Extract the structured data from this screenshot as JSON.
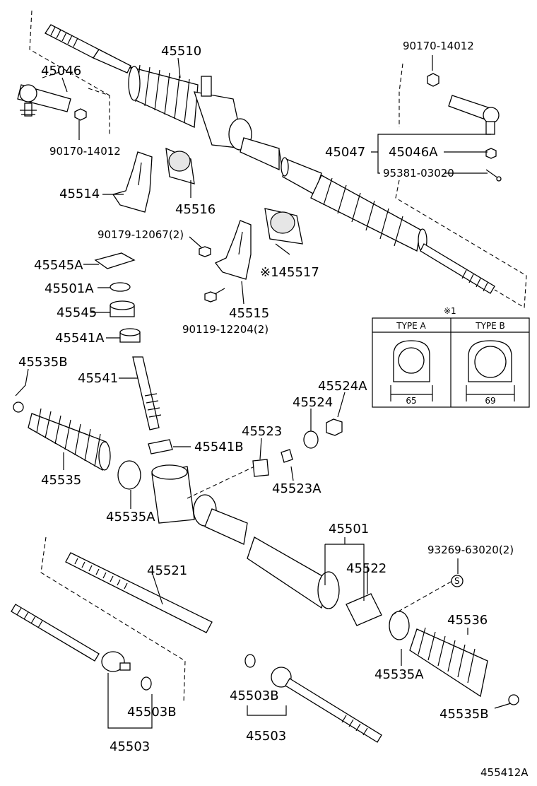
{
  "labels": {
    "p45510": "45510",
    "p45046": "45046",
    "nut_left": "90170-14012",
    "nut_right": "90170-14012",
    "p45047": "45047",
    "p45046A": "45046A",
    "pin": "95381-03020",
    "p45514": "45514",
    "p45516": "45516",
    "bolt_a": "90179-12067(2)",
    "p45545A": "45545A",
    "p45517": "※145517",
    "p45501A": "45501A",
    "p45545": "45545",
    "p45515": "45515",
    "p45541A": "45541A",
    "bolt_b": "90119-12204(2)",
    "p45535B_l": "45535B",
    "p45541": "45541",
    "p45524A": "45524A",
    "p45524": "45524",
    "p45523": "45523",
    "p45541B": "45541B",
    "p45535": "45535",
    "p45523A": "45523A",
    "p45535A_l": "45535A",
    "p45501": "45501",
    "p45522": "45522",
    "clip": "93269-63020(2)",
    "p45521": "45521",
    "p45536": "45536",
    "p45535A_r": "45535A",
    "p45503B_l": "45503B",
    "p45503B_c": "45503B",
    "p45535B_r": "45535B",
    "p45503_l": "45503",
    "p45503_c": "45503",
    "clip_mark": "S",
    "drawing_id": "455412A"
  },
  "inset": {
    "note": "※1",
    "type_a": "TYPE A",
    "type_b": "TYPE B",
    "dim_a": "65",
    "dim_b": "69"
  }
}
